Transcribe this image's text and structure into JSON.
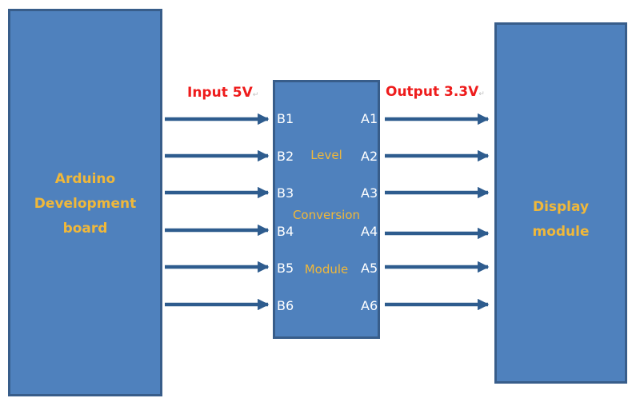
{
  "blocks": {
    "arduino": {
      "label": "Arduino\nDevelopment\nboard"
    },
    "converter": {
      "words": [
        "Level",
        "Conversion",
        "Module"
      ]
    },
    "display": {
      "label": "Display\nmodule"
    }
  },
  "headings": {
    "input": "Input 5V",
    "output": "Output 3.3V",
    "mark": "↵"
  },
  "pins": {
    "b": [
      "B1",
      "B2",
      "B3",
      "B4",
      "B5",
      "B6"
    ],
    "a": [
      "A1",
      "A2",
      "A3",
      "A4",
      "A5",
      "A6"
    ]
  },
  "colors": {
    "block_fill": "#4f81bd",
    "block_border": "#385d8a",
    "block_text": "#f0b83a",
    "heading": "#ee1c1c",
    "arrow": "#2e5c8e"
  }
}
